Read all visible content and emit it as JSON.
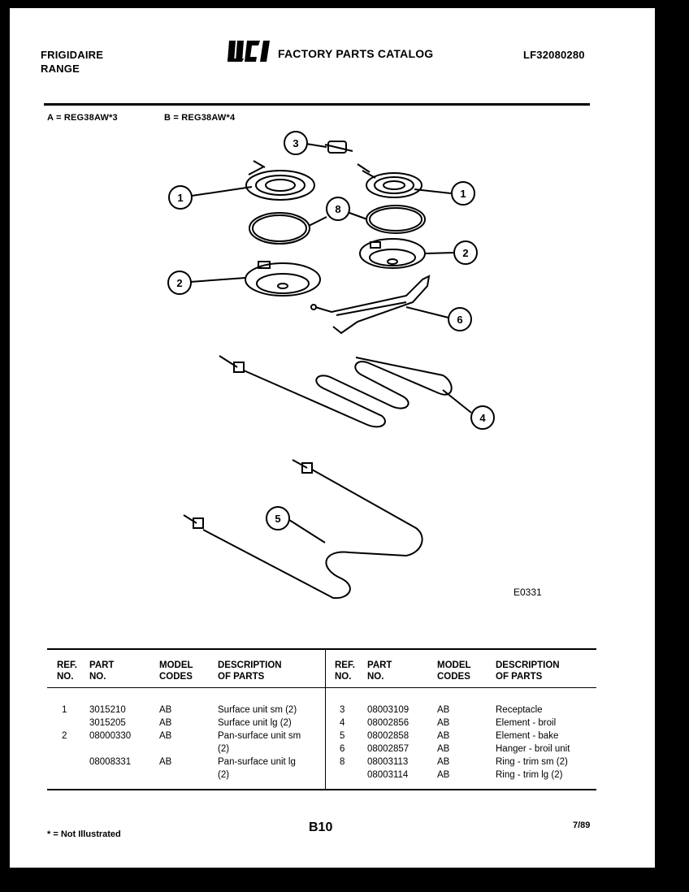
{
  "header": {
    "brand": "FRIGIDAIRE",
    "product": "RANGE",
    "logo": "WCI",
    "catalog_title": "FACTORY PARTS CATALOG",
    "catalog_number": "LF32080280"
  },
  "models": {
    "a": "A = REG38AW*3",
    "b": "B = REG38AW*4"
  },
  "diagram": {
    "code": "E0331",
    "callouts": [
      "1",
      "1",
      "2",
      "2",
      "3",
      "4",
      "5",
      "6",
      "8"
    ]
  },
  "table": {
    "headers": {
      "ref_line1": "REF.",
      "ref_line2": "NO.",
      "part_line1": "PART",
      "part_line2": "NO.",
      "model_line1": "MODEL",
      "model_line2": "CODES",
      "desc_line1": "DESCRIPTION",
      "desc_line2": "OF PARTS"
    },
    "left_rows": [
      {
        "ref": "1",
        "part": "3015210",
        "model": "AB",
        "desc": "Surface unit sm (2)"
      },
      {
        "ref": "",
        "part": "3015205",
        "model": "AB",
        "desc": "Surface unit lg (2)"
      },
      {
        "ref": "2",
        "part": "08000330",
        "model": "AB",
        "desc": "Pan-surface unit sm"
      },
      {
        "ref": "",
        "part": "",
        "model": "",
        "desc": "(2)"
      },
      {
        "ref": "",
        "part": "08008331",
        "model": "AB",
        "desc": "Pan-surface unit lg"
      },
      {
        "ref": "",
        "part": "",
        "model": "",
        "desc": "(2)"
      }
    ],
    "right_rows": [
      {
        "ref": "3",
        "part": "08003109",
        "model": "AB",
        "desc": "Receptacle"
      },
      {
        "ref": "4",
        "part": "08002856",
        "model": "AB",
        "desc": "Element - broil"
      },
      {
        "ref": "5",
        "part": "08002858",
        "model": "AB",
        "desc": "Element - bake"
      },
      {
        "ref": "6",
        "part": "08002857",
        "model": "AB",
        "desc": "Hanger - broil unit"
      },
      {
        "ref": "8",
        "part": "08003113",
        "model": "AB",
        "desc": "Ring - trim sm (2)"
      },
      {
        "ref": "",
        "part": "08003114",
        "model": "AB",
        "desc": "Ring - trim lg (2)"
      }
    ]
  },
  "footer": {
    "note": "* = Not Illustrated",
    "page": "B10",
    "date": "7/89"
  }
}
